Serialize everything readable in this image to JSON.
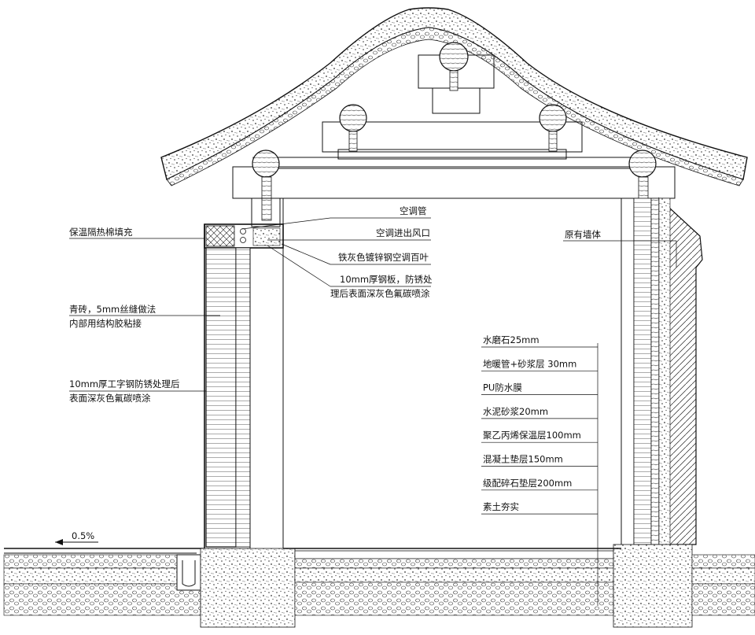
{
  "labels": {
    "insulation_fill": "保温隔热棉填充",
    "brick_line1": "青砖，5mm丝缝做法",
    "brick_line2": "内部用结构胶粘接",
    "steel_line1": "10mm厚工字钢防锈处理后",
    "steel_line2": "表面深灰色氟碳喷涂",
    "ac_pipe": "空调管",
    "ac_vent": "空调进出风口",
    "louver": "铁灰色镀锌钢空调百叶",
    "plate_line1": "10mm厚钢板，防锈处",
    "plate_line2": "理后表面深灰色氟碳喷涂",
    "existing_wall": "原有墙体",
    "slope": "0.5%"
  },
  "floor_layers": [
    "水磨石25mm",
    "地暖管+砂浆层 30mm",
    "PU防水膜",
    "水泥砂浆20mm",
    "聚乙丙烯保温层100mm",
    "混凝土垫层150mm",
    "级配碎石垫层200mm",
    "素土夯实"
  ]
}
